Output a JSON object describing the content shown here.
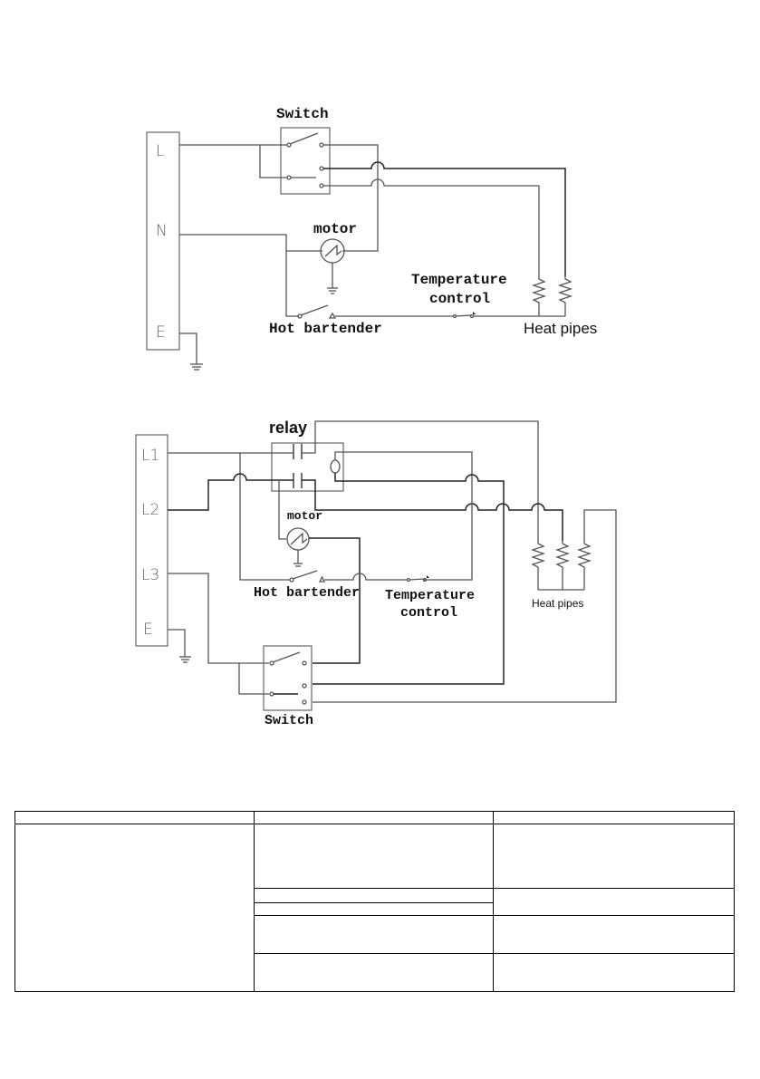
{
  "diagram1": {
    "terminals": [
      "L",
      "N",
      "E"
    ],
    "labels": {
      "switch": "Switch",
      "motor": "motor",
      "temperature_control_line1": "Temperature",
      "temperature_control_line2": "control",
      "hot_bartender": "Hot bartender",
      "heat_pipes": "Heat pipes"
    }
  },
  "diagram2": {
    "terminals": [
      "L1",
      "L2",
      "L3",
      "E"
    ],
    "labels": {
      "relay": "relay",
      "motor": "motor",
      "hot_bartender": "Hot bartender",
      "temperature_control_line1": "Temperature",
      "temperature_control_line2": "control",
      "heat_pipes": "Heat pipes",
      "switch": "Switch"
    }
  },
  "table": {
    "header": [
      "",
      "",
      ""
    ],
    "rows": [
      [
        "",
        "",
        ""
      ],
      [
        "",
        ""
      ],
      [
        ""
      ],
      [
        "",
        ""
      ],
      [
        "",
        ""
      ]
    ]
  }
}
